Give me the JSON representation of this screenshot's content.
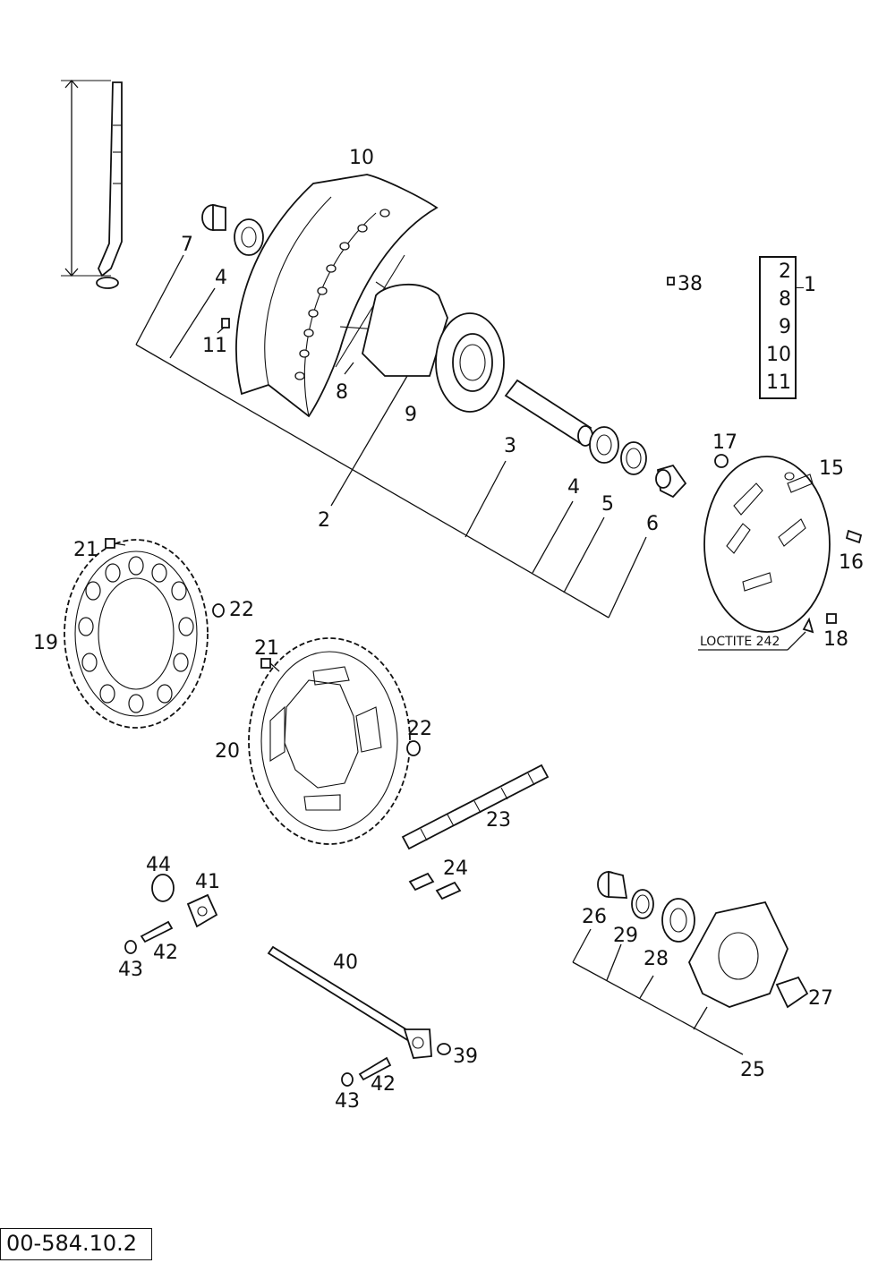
{
  "labels": {
    "l1": "1",
    "l2": "2",
    "l3": "3",
    "l4a": "4",
    "l4b": "4",
    "l5": "5",
    "l6": "6",
    "l7": "7",
    "l8": "8",
    "l9": "9",
    "l10": "10",
    "l11": "11",
    "l15": "15",
    "l16": "16",
    "l17": "17",
    "l18": "18",
    "l19": "19",
    "l20": "20",
    "l21a": "21",
    "l21b": "21",
    "l22a": "22",
    "l22b": "22",
    "l23": "23",
    "l24": "24",
    "l25": "25",
    "l26": "26",
    "l27": "27",
    "l28": "28",
    "l29": "29",
    "l38": "38",
    "l39": "39",
    "l40": "40",
    "l41": "41",
    "l42a": "42",
    "l42b": "42",
    "l43a": "43",
    "l43b": "43",
    "l44": "44"
  },
  "kit": {
    "items": [
      "2",
      "8",
      "9",
      "10",
      "11"
    ],
    "ref": "1"
  },
  "note": "LOCTITE 242",
  "reference_code": "00-584.10.2"
}
